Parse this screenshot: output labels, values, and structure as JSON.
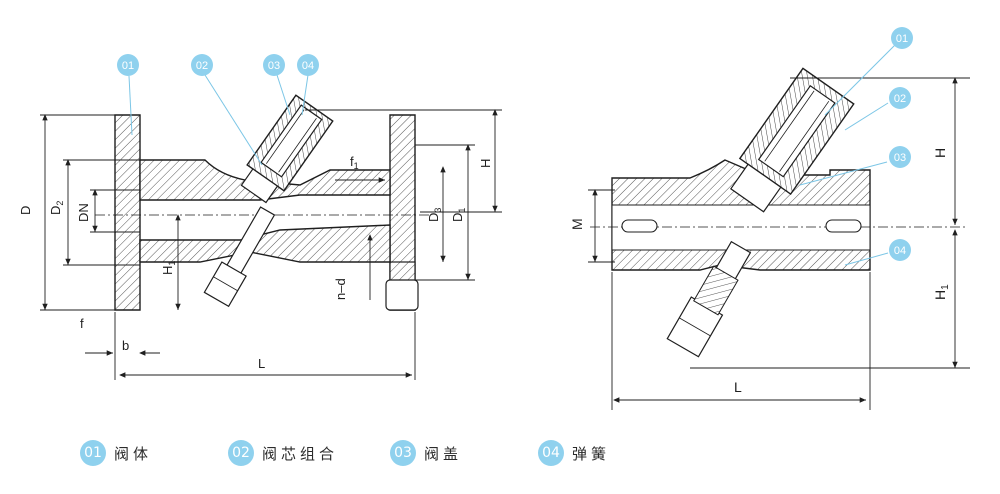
{
  "callouts": [
    "01",
    "02",
    "03",
    "04"
  ],
  "left_view": {
    "dims": {
      "D": "D",
      "D2": "D",
      "DN": "DN",
      "D3": "D",
      "D1": "D",
      "H": "H",
      "H1": "H",
      "f1": "f",
      "f": "f",
      "b": "b",
      "L": "L",
      "nd": "n–d"
    },
    "subs": {
      "D2": "2",
      "D3": "3",
      "D1": "1",
      "H1": "1",
      "f1": "1"
    }
  },
  "right_view": {
    "dims": {
      "M": "M",
      "H": "H",
      "H1": "H",
      "L": "L"
    },
    "subs": {
      "H1": "1"
    }
  },
  "legend": [
    {
      "num": "01",
      "label": "阀体"
    },
    {
      "num": "02",
      "label": "阀芯组合"
    },
    {
      "num": "03",
      "label": "阀盖"
    },
    {
      "num": "04",
      "label": "弹簧"
    }
  ],
  "colors": {
    "callout": "#8fd1ee",
    "line": "#1f1f1f",
    "hatch": "#333333",
    "leader": "#7cc6e6"
  }
}
